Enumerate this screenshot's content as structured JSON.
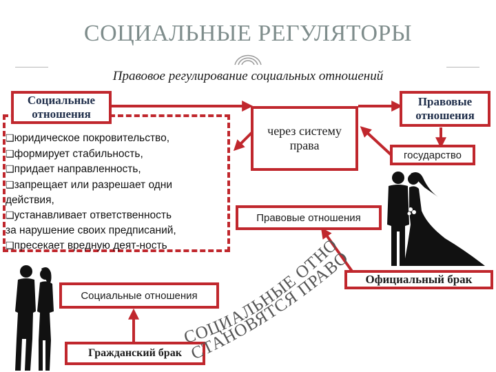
{
  "header": {
    "title": "СОЦИАЛЬНЫЕ РЕГУЛЯТОРЫ",
    "subtitle": "Правовое регулирование социальных отношений"
  },
  "boxes": {
    "social_relations_top": "Социальные отношения",
    "through_system": "через систему права",
    "legal_relations_top": "Правовые отношения",
    "state": "государство",
    "legal_relations_middle": "Правовые отношения",
    "official_marriage": "Официальный брак",
    "social_relations_bottom": "Социальные отношения",
    "civil_marriage": "Гражданский брак"
  },
  "features": {
    "bullet_icon": "q",
    "items": [
      "юридическое покровительство,",
      "формирует стабильность,",
      "придает направленность,",
      "запрещает или разрешает одни",
      "действия,",
      "устанавливает ответственность",
      "за нарушение своих предписаний,",
      "пресекает вредную деят-ность"
    ]
  },
  "curved_text": {
    "line1": "СОЦИАЛЬНЫЕ ОТНОШЕНИЯ",
    "line2": "СТАНОВЯТСЯ ПРАВОВЫМ"
  },
  "colors": {
    "accent": "#c0272d",
    "title_gray": "#7f8d8c",
    "silhouette": "#111111"
  },
  "icons": [
    "couple-silhouette-icon",
    "wedding-couple-silhouette-icon",
    "ornament-icon"
  ]
}
